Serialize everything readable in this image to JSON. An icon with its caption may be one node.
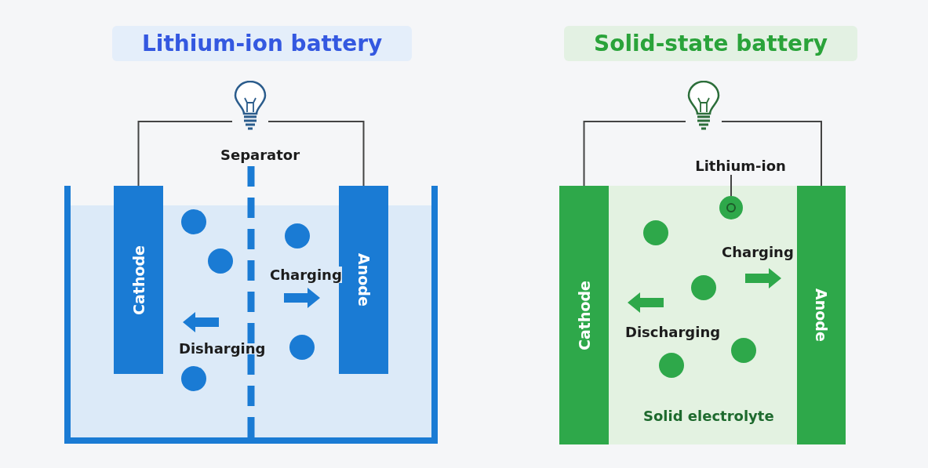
{
  "diagram": {
    "nodes": [
      {
        "text": [],
        "shape": "bulb"
      },
      {
        "text": [
          "Cathode"
        ]
      },
      {
        "text": [
          "Anode"
        ]
      },
      {
        "text": [],
        "shape": "bulb"
      },
      {
        "text": [
          "Cathode"
        ]
      },
      {
        "text": [
          "Anode"
        ]
      },
      {
        "text": [
          "Lithium-ion"
        ]
      },
      {
        "text": [],
        "shape": "circle"
      }
    ],
    "edges": [
      {
        "from": 0,
        "to": 1,
        "arrow": "none"
      },
      {
        "from": 0,
        "to": 2,
        "arrow": "none"
      },
      {
        "from": 3,
        "to": 4,
        "arrow": "none"
      },
      {
        "from": 3,
        "to": 5,
        "arrow": "none"
      },
      {
        "from": 6,
        "to": 7,
        "arrow": "none"
      }
    ],
    "labels": [
      "Lithium-ion battery",
      "Solid-state battery",
      "Separator",
      "Charging",
      "Disharging",
      "Charging",
      "Discharging",
      "Solid electrolyte"
    ]
  }
}
